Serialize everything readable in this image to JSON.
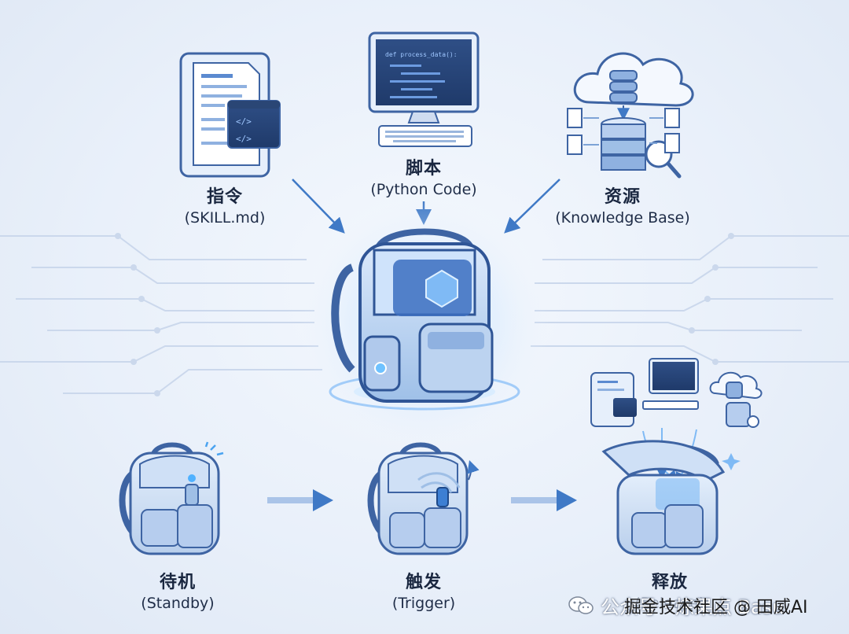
{
  "nodes": {
    "instructions": {
      "zh": "指令",
      "en": "(SKILL.md)"
    },
    "scripts": {
      "zh": "脚本",
      "en": "(Python Code)"
    },
    "resources": {
      "zh": "资源",
      "en": "(Knowledge Base)"
    },
    "standby": {
      "zh": "待机",
      "en": "(Standby)"
    },
    "trigger": {
      "zh": "触发",
      "en": "(Trigger)"
    },
    "release": {
      "zh": "释放",
      "en": "(Release)"
    }
  },
  "code_snippet": "def process_data():",
  "watermark": {
    "text": "公众号 · 炼果点 Basu",
    "overlay": "掘金技术社区 @ 田威AI"
  },
  "colors": {
    "accent": "#3a78c9",
    "arrow": "#4a80c8",
    "line": "#c9d6ea",
    "bg": "#eef3fa"
  }
}
